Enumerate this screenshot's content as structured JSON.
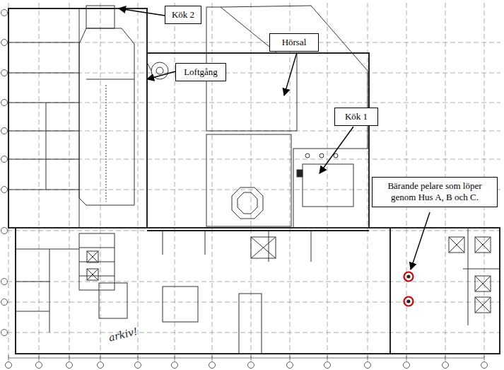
{
  "diagram": {
    "nodes": [
      {
        "text": [
          "Kök 2"
        ]
      },
      {
        "text": [
          "Hörsal"
        ]
      },
      {
        "text": [
          "Loftgång"
        ]
      },
      {
        "text": [
          "Kök 1"
        ]
      },
      {
        "text": [
          "Bärande pelare som löper genom Hus A, B och C."
        ]
      }
    ],
    "labels": [
      "arkiv!"
    ]
  }
}
